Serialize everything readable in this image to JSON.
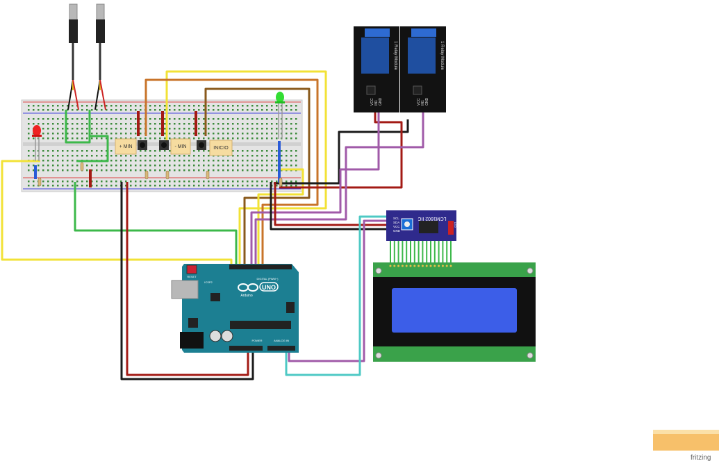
{
  "breadboard": {
    "buttons": [
      {
        "label": "+ MIN"
      },
      {
        "label": "- MIN"
      },
      {
        "label": "INICIO"
      }
    ]
  },
  "relays": [
    {
      "label": "1 Relay Module",
      "pins": [
        "VCC",
        "IN1",
        "GND"
      ]
    },
    {
      "label": "1 Relay Module",
      "pins": [
        "VCC",
        "IN1",
        "GND"
      ]
    }
  ],
  "i2c_module": {
    "label": "LCM1602 IIC",
    "pins": [
      "SCL",
      "SDA",
      "VCC",
      "GND"
    ],
    "led_label": "LED"
  },
  "arduino": {
    "brand": "UNO",
    "brand_sub": "Arduino",
    "reset_label": "RESET",
    "icsp_label": "ICSP2",
    "digital_label": "DIGITAL (PWM~)",
    "power_label": "POWER",
    "analog_label": "ANALOG IN"
  },
  "watermark": {
    "text": "fritzing"
  },
  "colors": {
    "yellow": "#f2e236",
    "green": "#3cb84a",
    "red": "#a31a14",
    "black": "#1a1a1a",
    "orange": "#c8742a",
    "brown": "#8a5a1c",
    "purple": "#a05aa8",
    "cyan": "#4ec9c4",
    "arduino_teal": "#1c7f92",
    "lcd_blue": "#3c5ee8",
    "lcd_green": "#3aa24a",
    "relay_black": "#121212",
    "relay_blue": "#1f4fa0",
    "i2c_purple": "#2f2a8c"
  }
}
